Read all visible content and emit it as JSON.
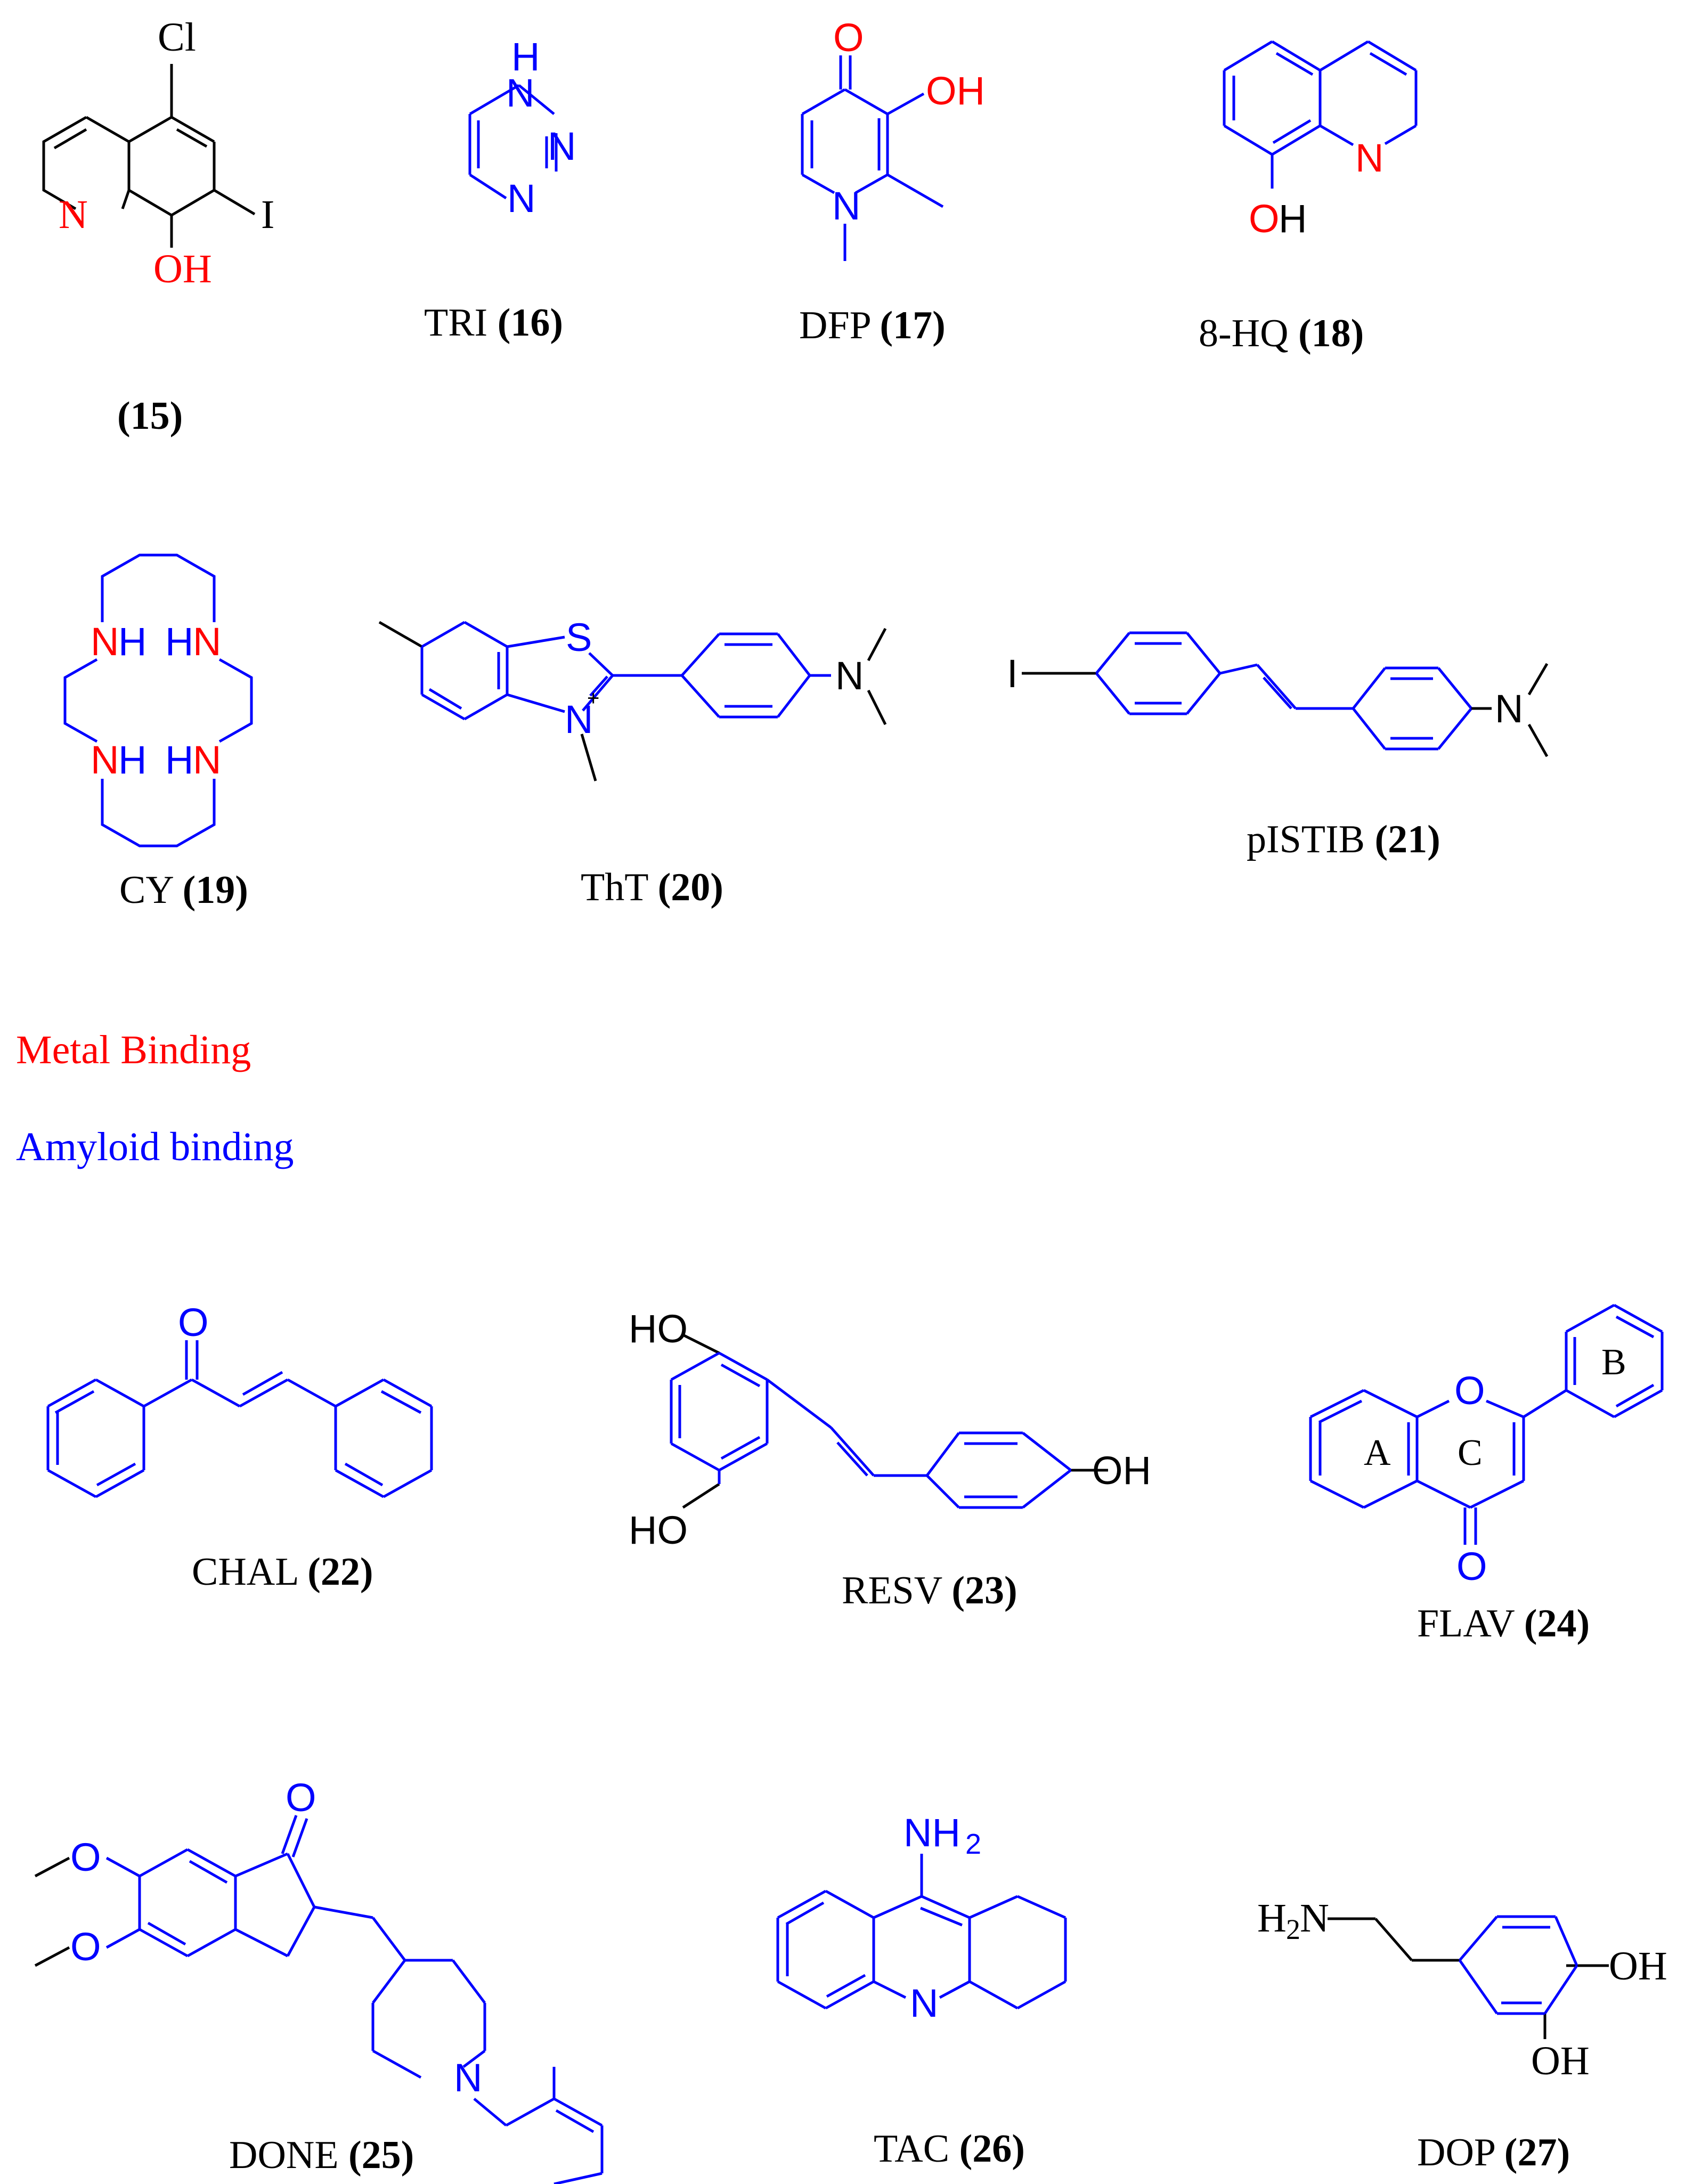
{
  "colors": {
    "metal": "#ff0000",
    "amyloid": "#0000ff",
    "neutral": "#000000"
  },
  "legend": {
    "metal_binding": "Metal Binding",
    "amyloid_binding": "Amyloid binding"
  },
  "compounds": [
    {
      "abbr": "",
      "number": "(15)",
      "atoms": {
        "cl": "Cl",
        "i": "I",
        "n": "N",
        "oh": "OH"
      }
    },
    {
      "abbr": "TRI",
      "number": "(16)",
      "atoms": {
        "nh": "H",
        "n_top": "N",
        "n2": "N",
        "n3": "N"
      }
    },
    {
      "abbr": "DFP",
      "number": "(17)",
      "atoms": {
        "o": "O",
        "oh": "OH",
        "n": "N"
      }
    },
    {
      "abbr": "8-HQ",
      "number": "(18)",
      "atoms": {
        "n": "N",
        "o": "O",
        "h": "H"
      }
    },
    {
      "abbr": "CY",
      "number": "(19)",
      "atoms": {
        "n": "N",
        "h": "H"
      }
    },
    {
      "abbr": "ThT",
      "number": "(20)",
      "atoms": {
        "s": "S",
        "n": "N",
        "nme2": "N"
      }
    },
    {
      "abbr": "pISTIB",
      "number": "(21)",
      "atoms": {
        "i": "I",
        "n": "N"
      }
    },
    {
      "abbr": "CHAL",
      "number": "(22)",
      "atoms": {
        "o": "O"
      }
    },
    {
      "abbr": "RESV",
      "number": "(23)",
      "atoms": {
        "ho1": "HO",
        "ho2": "HO",
        "oh": "OH"
      }
    },
    {
      "abbr": "FLAV",
      "number": "(24)",
      "atoms": {
        "o_ring": "O",
        "o_keto": "O"
      },
      "ring_labels": [
        "A",
        "B",
        "C"
      ]
    },
    {
      "abbr": "DONE",
      "number": "(25)",
      "atoms": {
        "o": "O",
        "n": "N"
      }
    },
    {
      "abbr": "TAC",
      "number": "(26)",
      "atoms": {
        "nh": "NH",
        "sub2": "2",
        "n": "N"
      }
    },
    {
      "abbr": "DOP",
      "number": "(27)",
      "atoms": {
        "h": "H",
        "sub2": "2",
        "n": "N",
        "oh": "OH"
      }
    }
  ]
}
